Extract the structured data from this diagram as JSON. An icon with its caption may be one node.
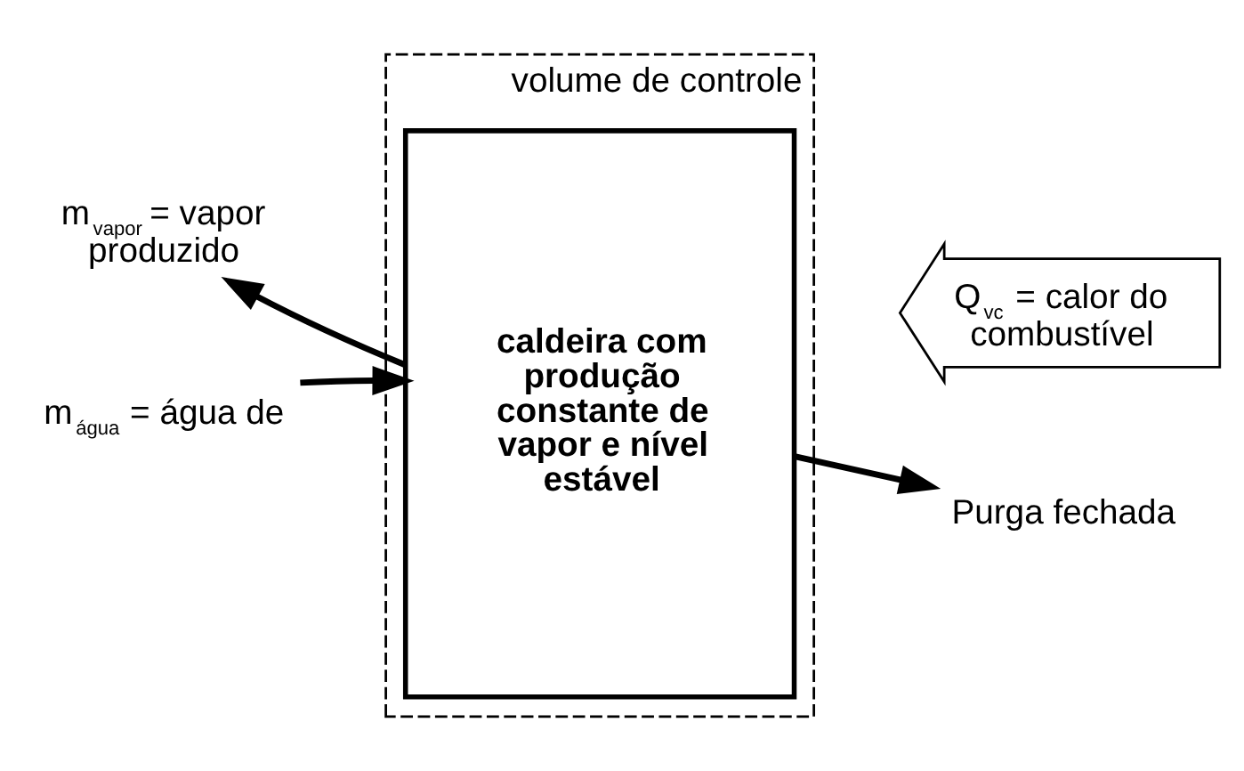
{
  "diagram": {
    "nodes": [
      {
        "text": [
          "volume de controle"
        ]
      },
      {
        "text": [
          "caldeira com produção constante de vapor e nível estável"
        ],
        "in": 0
      },
      {
        "text": [
          "m$_{vapor}$ = vapor produzido"
        ]
      },
      {
        "text": [
          "m$_{água}$ = água de"
        ]
      },
      {
        "text": [
          "Q$_{vc}$ = calor do combustível"
        ]
      },
      {
        "text": [
          "Purga fechada"
        ]
      }
    ],
    "edges": [
      {
        "from": 1,
        "to": 2,
        "arrow": "to"
      },
      {
        "from": 3,
        "to": 1,
        "arrow": "to"
      },
      {
        "from": 1,
        "to": 5,
        "arrow": "to"
      }
    ]
  }
}
